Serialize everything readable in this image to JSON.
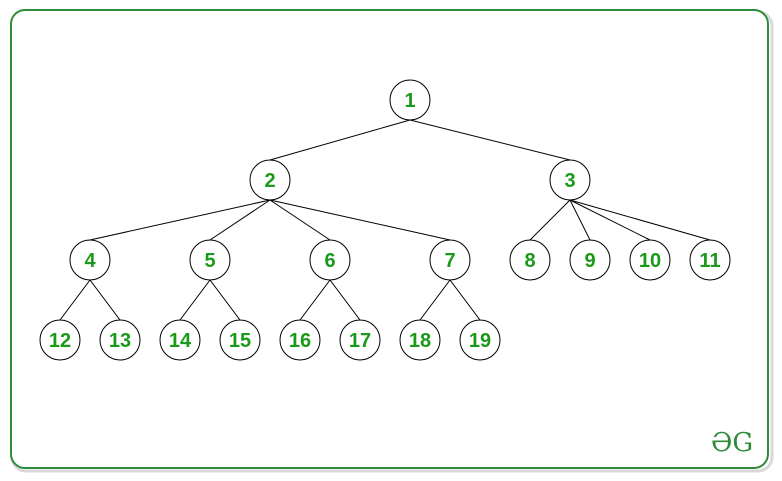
{
  "diagram": {
    "type": "tree",
    "nodes": [
      {
        "id": "1",
        "label": "1"
      },
      {
        "id": "2",
        "label": "2"
      },
      {
        "id": "3",
        "label": "3"
      },
      {
        "id": "4",
        "label": "4"
      },
      {
        "id": "5",
        "label": "5"
      },
      {
        "id": "6",
        "label": "6"
      },
      {
        "id": "7",
        "label": "7"
      },
      {
        "id": "8",
        "label": "8"
      },
      {
        "id": "9",
        "label": "9"
      },
      {
        "id": "10",
        "label": "10"
      },
      {
        "id": "11",
        "label": "11"
      },
      {
        "id": "12",
        "label": "12"
      },
      {
        "id": "13",
        "label": "13"
      },
      {
        "id": "14",
        "label": "14"
      },
      {
        "id": "15",
        "label": "15"
      },
      {
        "id": "16",
        "label": "16"
      },
      {
        "id": "17",
        "label": "17"
      },
      {
        "id": "18",
        "label": "18"
      },
      {
        "id": "19",
        "label": "19"
      }
    ],
    "edges": [
      [
        "1",
        "2"
      ],
      [
        "1",
        "3"
      ],
      [
        "2",
        "4"
      ],
      [
        "2",
        "5"
      ],
      [
        "2",
        "6"
      ],
      [
        "2",
        "7"
      ],
      [
        "3",
        "8"
      ],
      [
        "3",
        "9"
      ],
      [
        "3",
        "10"
      ],
      [
        "3",
        "11"
      ],
      [
        "4",
        "12"
      ],
      [
        "4",
        "13"
      ],
      [
        "5",
        "14"
      ],
      [
        "5",
        "15"
      ],
      [
        "6",
        "16"
      ],
      [
        "6",
        "17"
      ],
      [
        "7",
        "18"
      ],
      [
        "7",
        "19"
      ]
    ],
    "colors": {
      "label": "#1a9a1a",
      "frame": "#2e8b3a",
      "edge": "#000000"
    }
  },
  "logo": {
    "text": "ƏG",
    "icon": "geeksforgeeks-logo-icon"
  }
}
